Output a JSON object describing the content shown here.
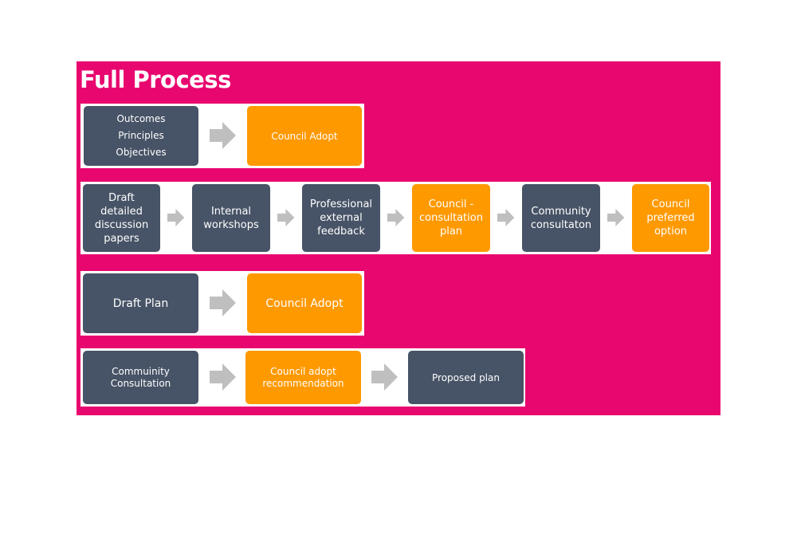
{
  "title": "Full Process",
  "colors": {
    "background": "#e8066f",
    "slate": "#475366",
    "orange": "#ff9900",
    "arrow": "#bfbfbf"
  },
  "row1": {
    "box1": [
      "Outcomes",
      "Principles",
      "Objectives"
    ],
    "box2": "Council Adopt"
  },
  "row2": {
    "box1": "Draft detailed discussion papers",
    "box2": "Internal workshops",
    "box3": "Professional external feedback",
    "box4": "Council - consultation plan",
    "box5": "Community consultaton",
    "box6": "Council preferred option"
  },
  "row3": {
    "box1": "Draft Plan",
    "box2": "Council Adopt"
  },
  "row4": {
    "box1": "Commuinity Consultation",
    "box2": "Council adopt recommendation",
    "box3": "Proposed plan"
  }
}
